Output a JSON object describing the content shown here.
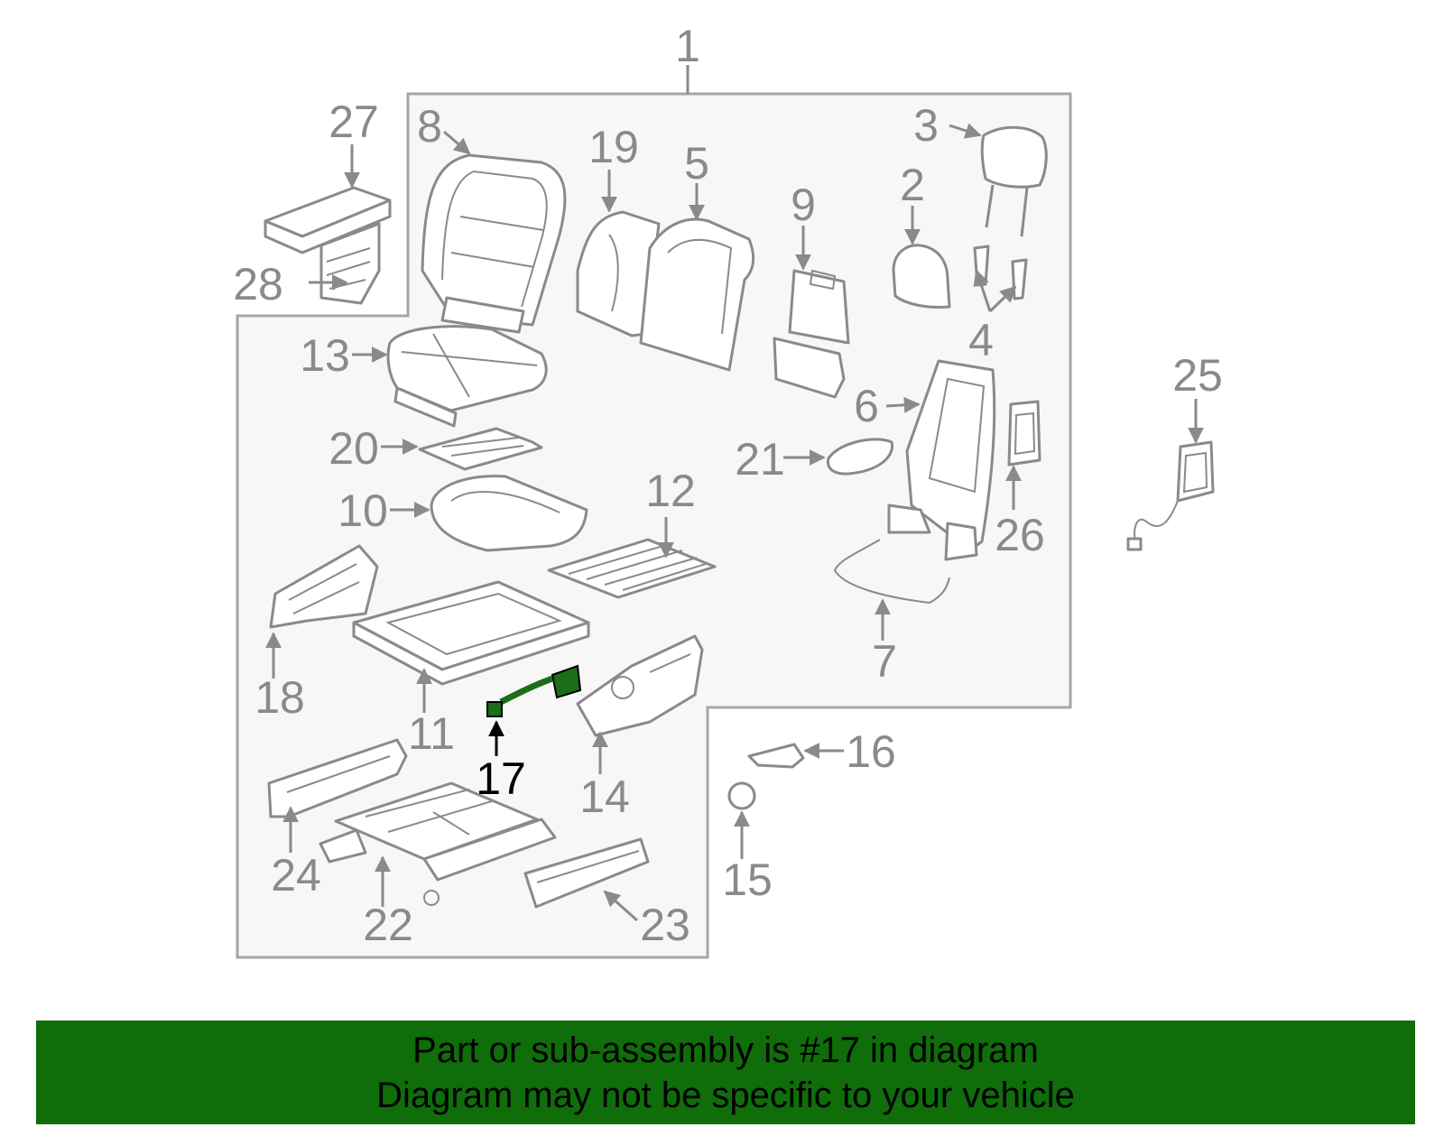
{
  "callouts": [
    "1",
    "2",
    "3",
    "4",
    "5",
    "6",
    "7",
    "8",
    "9",
    "10",
    "11",
    "12",
    "13",
    "14",
    "15",
    "16",
    "17",
    "18",
    "19",
    "20",
    "21",
    "22",
    "23",
    "24",
    "25",
    "26",
    "27",
    "28"
  ],
  "highlighted_callout": "17",
  "banner": {
    "line1": "Part or sub-assembly is #17 in diagram",
    "line2": "Diagram may not be specific to your vehicle"
  },
  "colors": {
    "banner_bg": "#0f6d0a",
    "panel_bg": "#f7f7f7",
    "line": "#8a8a8a",
    "highlight_part": "#1c6e18"
  }
}
